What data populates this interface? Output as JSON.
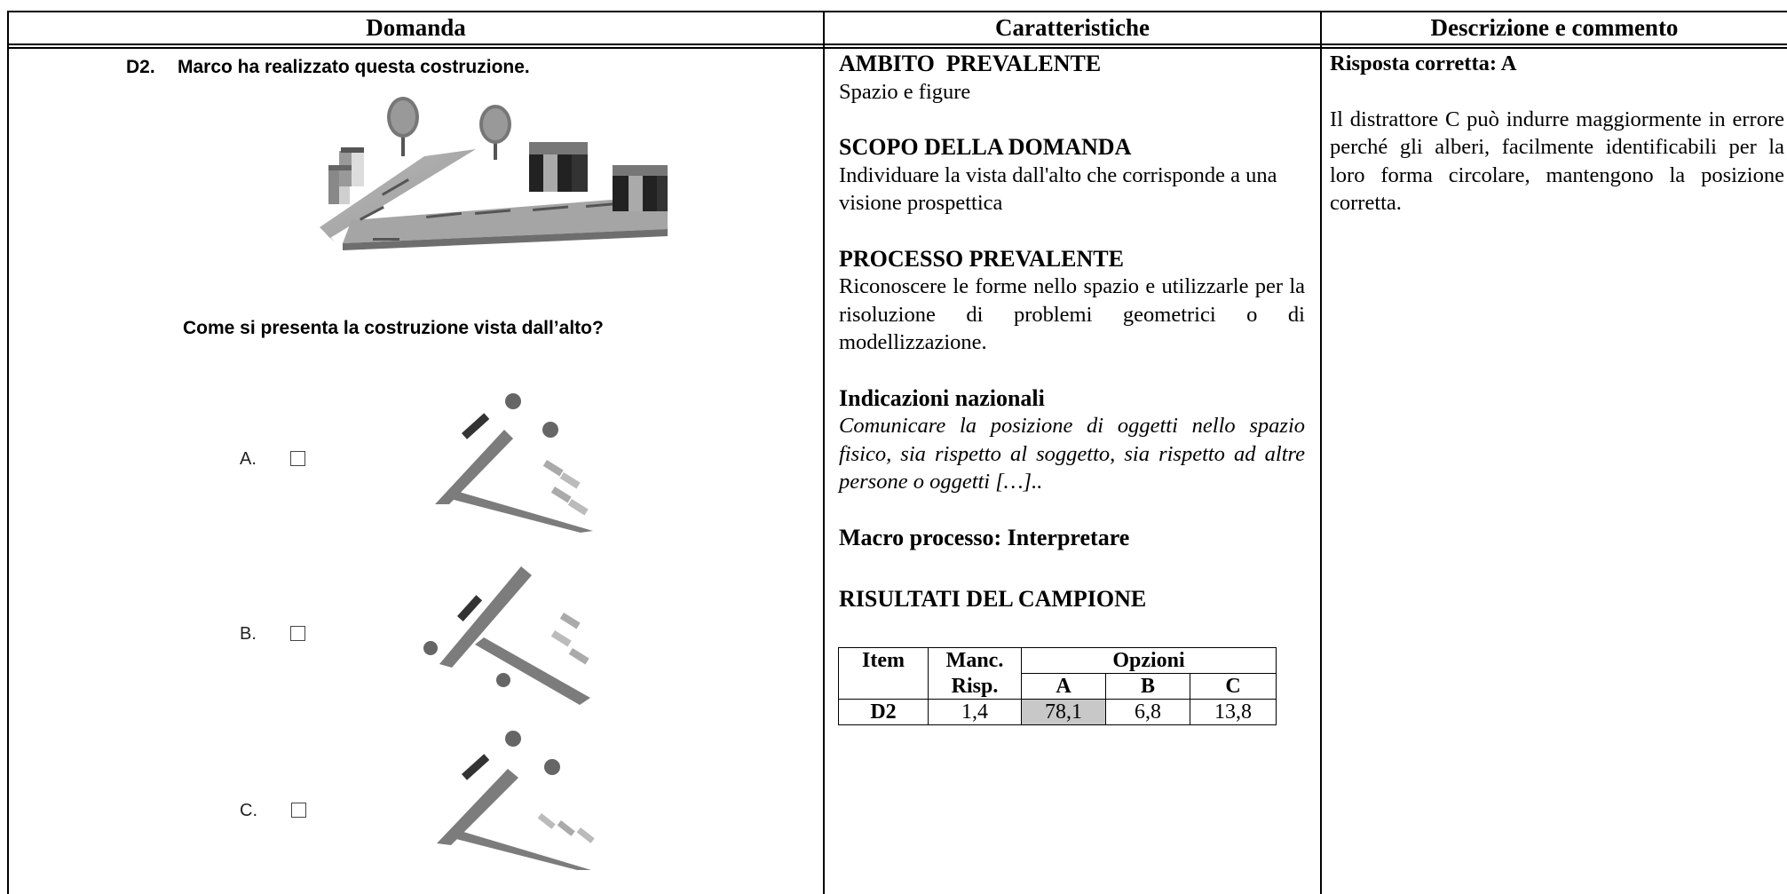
{
  "headers": {
    "domanda": "Domanda",
    "caratteristiche": "Caratteristiche",
    "descrizione": "Descrizione e commento"
  },
  "question": {
    "number": "D2.",
    "title": "Marco ha realizzato questa costruzione.",
    "prompt": "Come si presenta la costruzione vista dall’alto?",
    "options": [
      {
        "letter": "A."
      },
      {
        "letter": "B."
      },
      {
        "letter": "C."
      }
    ]
  },
  "characteristics": {
    "ambito_heading": "AMBITO  PREVALENTE",
    "ambito_text": "Spazio e figure",
    "scopo_heading": "SCOPO DELLA DOMANDA",
    "scopo_text": "Individuare la vista dall'alto che corrisponde a una visione prospettica",
    "processo_heading": "PROCESSO PREVALENTE",
    "processo_text": "Riconoscere le forme nello spazio e utilizzarle per la risoluzione di problemi geometrici o di modellizzazione.",
    "indicazioni_heading": "Indicazioni nazionali",
    "indicazioni_text": "Comunicare la posizione di oggetti nello spazio fisico, sia rispetto al soggetto, sia rispetto ad altre persone o oggetti […]..",
    "macro": "Macro processo: Interpretare",
    "risultati_heading": "RISULTATI DEL CAMPIONE"
  },
  "results_table": {
    "col_item": "Item",
    "col_manc_1": "Manc.",
    "col_manc_2": "Risp.",
    "col_opzioni": "Opzioni",
    "opt_a": "A",
    "opt_b": "B",
    "opt_c": "C",
    "row": {
      "item": "D2",
      "manc": "1,4",
      "a": "78,1",
      "b": "6,8",
      "c": "13,8"
    },
    "highlight_color": "#c8c8c8"
  },
  "description": {
    "answer": "Risposta corretta: A",
    "comment": "Il distrattore C può indurre maggiormente in errore perché gli alberi, facilmente identificabili per la loro forma circolare, mantengono la posizione corretta."
  }
}
